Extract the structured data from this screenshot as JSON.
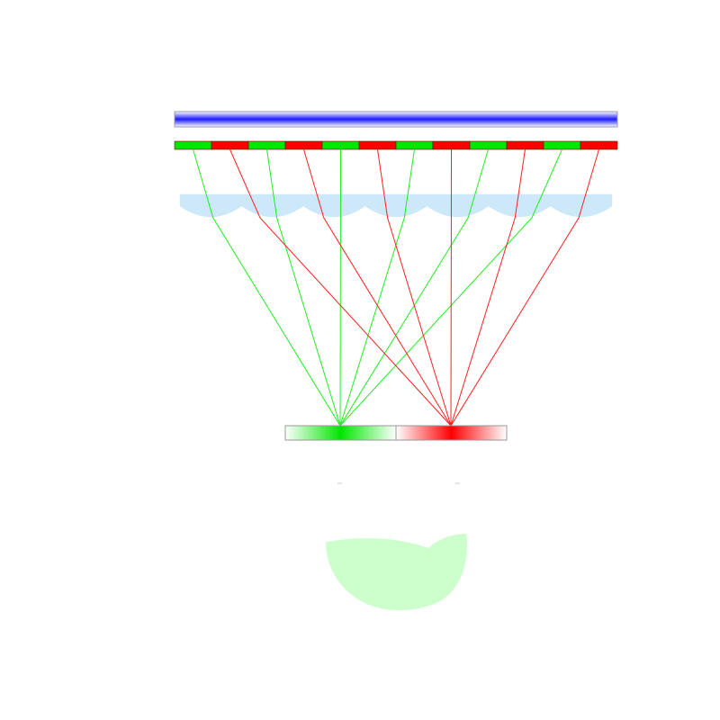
{
  "diagram": {
    "colors": {
      "background": "#ffffff",
      "backlight": "#1a1aff",
      "backlight_edge": "#9a9ab8",
      "pixel_green": "#00e600",
      "pixel_red": "#ff0000",
      "pixel_divider": "#7a0000",
      "lens": "#cde8f8",
      "ray_green": "#22ee22",
      "ray_red": "#ff2020",
      "viewing_zone_border": "#999999",
      "eye_shadow": "#ccffcc"
    },
    "pixel_strip": {
      "pattern": [
        "green",
        "red",
        "green",
        "red",
        "green",
        "red",
        "green",
        "red",
        "green",
        "red",
        "green",
        "red"
      ]
    },
    "lens_array": {
      "lens_count": 7
    },
    "viewing_zones": [
      {
        "name": "green",
        "color": "green"
      },
      {
        "name": "red",
        "color": "red"
      }
    ],
    "ray_fans": [
      {
        "color": "green",
        "target_zone": "green",
        "source_pixels": [
          0,
          2,
          4,
          6,
          8,
          10
        ]
      },
      {
        "color": "red",
        "target_zone": "red",
        "source_pixels": [
          1,
          3,
          5,
          7,
          9,
          11
        ]
      }
    ]
  }
}
